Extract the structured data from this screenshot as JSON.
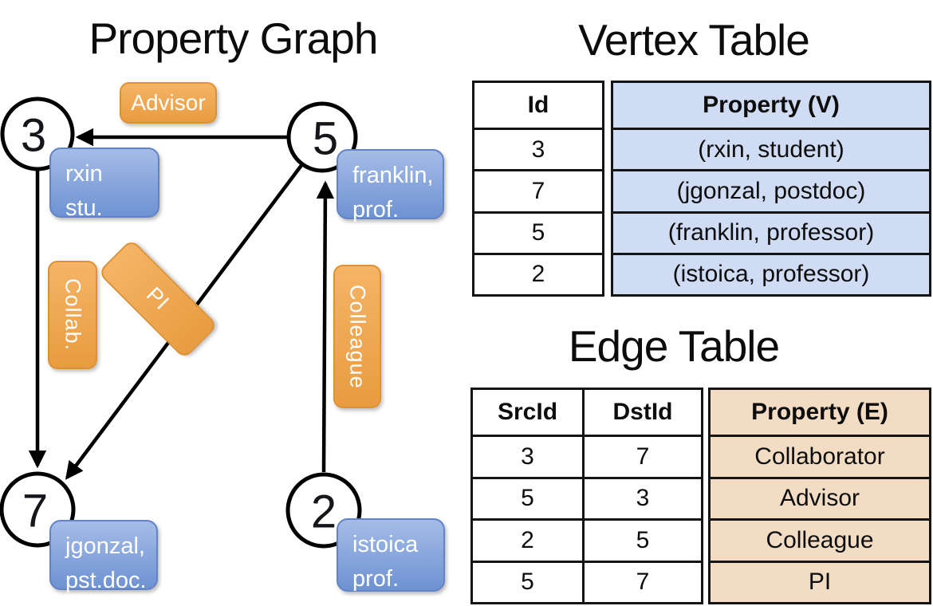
{
  "colors": {
    "orange_top": "#f5b466",
    "orange_bottom": "#e89c40",
    "orange_border": "#dd9133",
    "blue_top": "#a5bce7",
    "blue_bottom": "#6e92d2",
    "blue_border": "#6283c4",
    "vertex_fill": "#cfdcf3",
    "edge_fill": "#f2ddc4",
    "line_color": "#000000"
  },
  "graph": {
    "title": "Property Graph",
    "nodes": [
      {
        "id": "3"
      },
      {
        "id": "5"
      },
      {
        "id": "7"
      },
      {
        "id": "2"
      }
    ],
    "cards": [
      {
        "line1": "rxin",
        "line2": "stu."
      },
      {
        "line1": "franklin,",
        "line2": "prof."
      },
      {
        "line1": "jgonzal,",
        "line2": "pst.doc."
      },
      {
        "line1": "istoica",
        "line2": "prof."
      }
    ],
    "edge_labels": {
      "advisor": "Advisor",
      "collab": "Collab.",
      "pi": "PI",
      "colleague": "Colleague"
    }
  },
  "vertex_table": {
    "title": "Vertex Table",
    "headers": {
      "id": "Id",
      "property": "Property (V)"
    },
    "rows": [
      {
        "id": "3",
        "property": "(rxin, student)"
      },
      {
        "id": "7",
        "property": "(jgonzal, postdoc)"
      },
      {
        "id": "5",
        "property": "(franklin, professor)"
      },
      {
        "id": "2",
        "property": "(istoica, professor)"
      }
    ]
  },
  "edge_table": {
    "title": "Edge Table",
    "headers": {
      "src": "SrcId",
      "dst": "DstId",
      "property": "Property (E)"
    },
    "rows": [
      {
        "src": "3",
        "dst": "7",
        "property": "Collaborator"
      },
      {
        "src": "5",
        "dst": "3",
        "property": "Advisor"
      },
      {
        "src": "2",
        "dst": "5",
        "property": "Colleague"
      },
      {
        "src": "5",
        "dst": "7",
        "property": "PI"
      }
    ]
  }
}
